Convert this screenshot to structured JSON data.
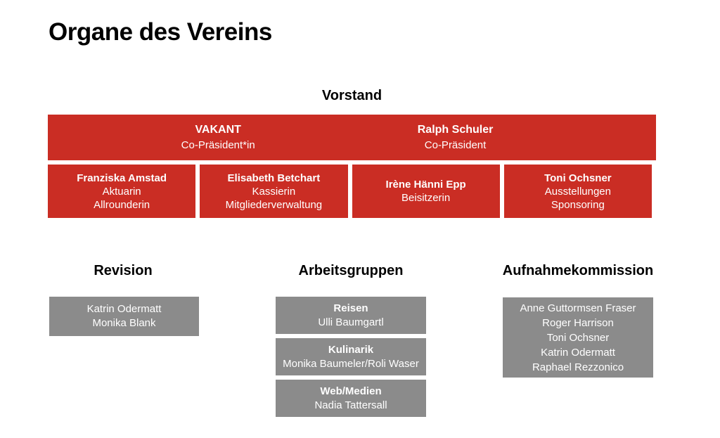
{
  "page": {
    "title": "Organe des Vereins",
    "background_color": "#ffffff"
  },
  "colors": {
    "board_box_red": "#CA2D24",
    "group_box_gray": "#8B8B8B",
    "box_text": "#ffffff",
    "heading_text": "#000000"
  },
  "vorstand": {
    "heading": "Vorstand",
    "presidium": [
      {
        "name": "VAKANT",
        "role": "Co-Präsident*in"
      },
      {
        "name": "Ralph Schuler",
        "role": "Co-Präsident"
      }
    ],
    "members": [
      {
        "name": "Franziska Amstad",
        "roles": [
          "Aktuarin",
          "Allrounderin"
        ]
      },
      {
        "name": "Elisabeth Betchart",
        "roles": [
          "Kassierin",
          "Mitgliederverwaltung"
        ]
      },
      {
        "name": "Irène Hänni Epp",
        "roles": [
          "Beisitzerin"
        ]
      },
      {
        "name": "Toni Ochsner",
        "roles": [
          "Ausstellungen",
          "Sponsoring"
        ]
      }
    ]
  },
  "revision": {
    "heading": "Revision",
    "members": [
      "Katrin Odermatt",
      "Monika Blank"
    ]
  },
  "arbeitsgruppen": {
    "heading": "Arbeitsgruppen",
    "groups": [
      {
        "title": "Reisen",
        "lead": "Ulli Baumgartl"
      },
      {
        "title": "Kulinarik",
        "lead": "Monika Baumeler/Roli Waser"
      },
      {
        "title": "Web/Medien",
        "lead": "Nadia Tattersall"
      }
    ]
  },
  "aufnahmekommission": {
    "heading": "Aufnahmekommission",
    "members": [
      "Anne Guttormsen Fraser",
      "Roger Harrison",
      "Toni Ochsner",
      "Katrin Odermatt",
      "Raphael Rezzonico"
    ]
  }
}
